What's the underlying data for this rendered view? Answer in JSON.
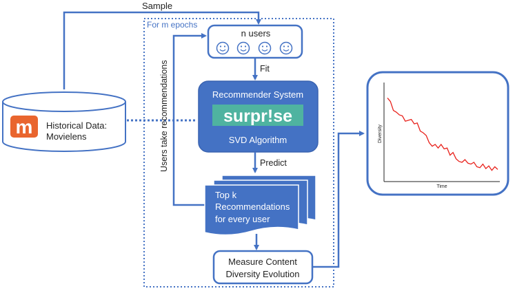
{
  "labels": {
    "sample": "Sample",
    "for_m_epochs": "For m epochs",
    "n_users": "n users",
    "fit": "Fit",
    "recommender_system": "Recommender System",
    "surprise_logo": "surpr!se",
    "svd_algorithm": "SVD Algorithm",
    "predict": "Predict",
    "topk_line1": "Top k",
    "topk_line2": "Recommendations",
    "topk_line3": "for every user",
    "measure_line1": "Measure Content",
    "measure_line2": "Diversity Evolution",
    "users_take_recommendations": "Users take recommendations",
    "historical_line1": "Historical Data:",
    "historical_line2": "Movielens",
    "movielens_logo_letter": "m"
  },
  "mini_chart": {
    "type": "line",
    "xlabel": "Time",
    "ylabel": "Diversity",
    "line_color": "#e8211b",
    "values": [
      0.92,
      0.88,
      0.78,
      0.76,
      0.73,
      0.72,
      0.66,
      0.67,
      0.68,
      0.63,
      0.64,
      0.55,
      0.53,
      0.5,
      0.42,
      0.38,
      0.4,
      0.36,
      0.4,
      0.35,
      0.36,
      0.28,
      0.31,
      0.24,
      0.21,
      0.2,
      0.23,
      0.19,
      0.18,
      0.2,
      0.15,
      0.14,
      0.18,
      0.13,
      0.16,
      0.11,
      0.15,
      0.12
    ]
  },
  "colors": {
    "blue": "#4472c4",
    "dark_blue": "#3a63b0",
    "teal": "#4fb3a0",
    "orange": "#e9652e"
  },
  "icons": [
    "smiley-face-icon",
    "movielens-logo",
    "database-cylinder-icon"
  ]
}
